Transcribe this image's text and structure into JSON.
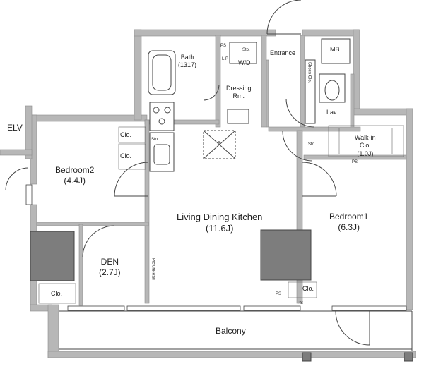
{
  "plan": {
    "rooms": {
      "elv": "ELV",
      "bath": "Bath",
      "bath_size": "(1317)",
      "wd": "W/D",
      "dressing": "Dressing",
      "dressing_rm": "Rm.",
      "entrance": "Entrance",
      "mb": "MB",
      "shoes_clo": "Shoes Clo.",
      "lav": "Lav.",
      "bedroom2": "Bedroom2",
      "bedroom2_size": "(4.4J)",
      "ldk": "Living Dining Kitchen",
      "ldk_size": "(11.6J)",
      "bedroom1": "Bedroom1",
      "bedroom1_size": "(6.3J)",
      "walkin": "Walk-in",
      "walkin_clo": "Clo.",
      "walkin_size": "(1.0J)",
      "den": "DEN",
      "den_size": "(2.7J)",
      "balcony": "Balcony",
      "picture_rail": "Picture Rail"
    },
    "small": {
      "clo": "Clo.",
      "sto": "Sto.",
      "ps": "PS",
      "ps2": "PS",
      "lp": "L.P",
      "r": "R"
    },
    "colors": {
      "wall": "#b7b7b7",
      "wall_edge": "#8c8c8c",
      "column": "#7d7d7d",
      "line": "#444444"
    }
  }
}
